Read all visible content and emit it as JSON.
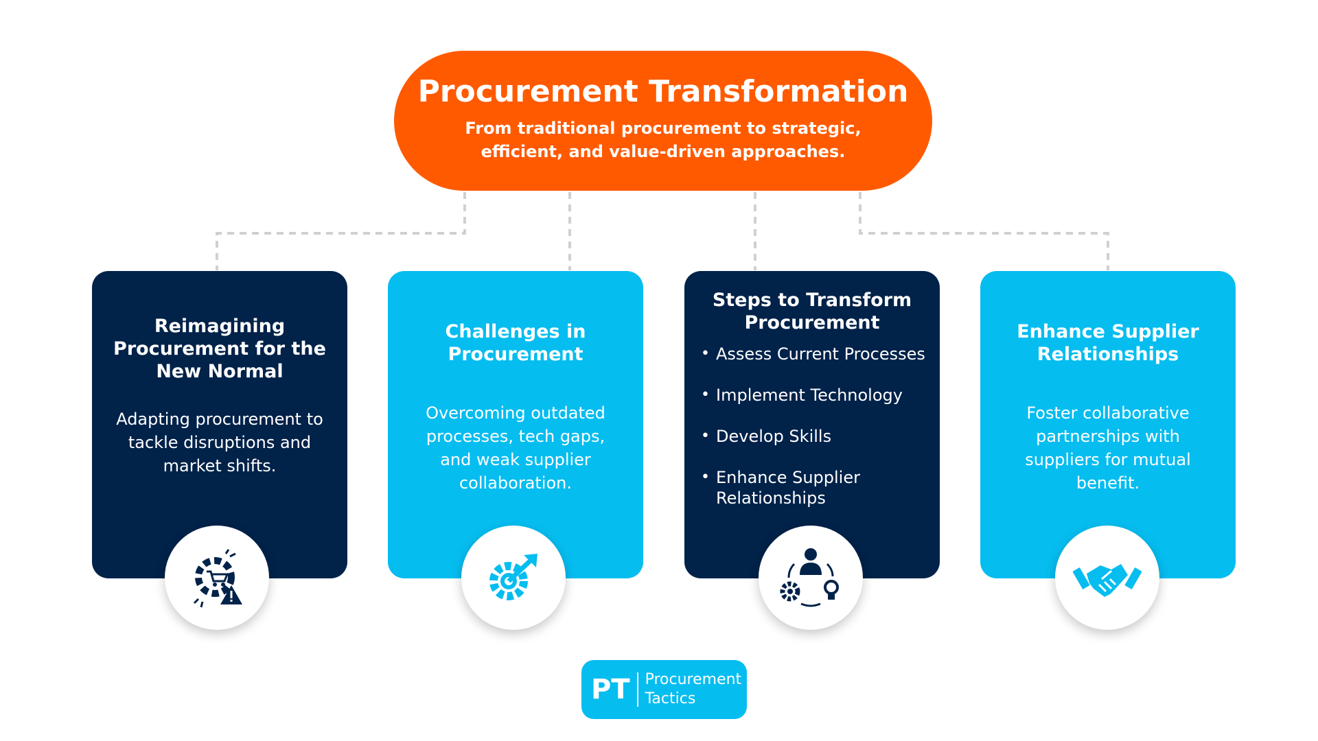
{
  "header": {
    "title": "Procurement Transformation",
    "subtitle": "From traditional procurement to strategic, efficient, and value-driven approaches."
  },
  "cards": [
    {
      "title": "Reimagining Procurement for the New Normal",
      "text": "Adapting procurement to tackle disruptions and market shifts.",
      "icon": "cart-gear-warning-icon",
      "color": "#012249"
    },
    {
      "title": "Challenges in Procurement",
      "text": "Overcoming outdated processes, tech gaps, and weak supplier collaboration.",
      "icon": "gear-arrow-icon",
      "color": "#06bdf0"
    },
    {
      "title": "Steps to Transform Procurement",
      "items": [
        "Assess Current Processes",
        "Implement Technology",
        "Develop Skills",
        "Enhance Supplier Relationships"
      ],
      "icon": "person-cycle-icon",
      "color": "#012249"
    },
    {
      "title": "Enhance Supplier Relationships",
      "text": "Foster collaborative partnerships with suppliers for mutual benefit.",
      "icon": "handshake-icon",
      "color": "#06bdf0"
    }
  ],
  "logo": {
    "mark": "PT",
    "name_line1": "Procurement",
    "name_line2": "Tactics"
  },
  "colors": {
    "accent": "#ff5a00",
    "dark": "#012249",
    "light": "#06bdf0",
    "connector": "#d0d0d0"
  }
}
